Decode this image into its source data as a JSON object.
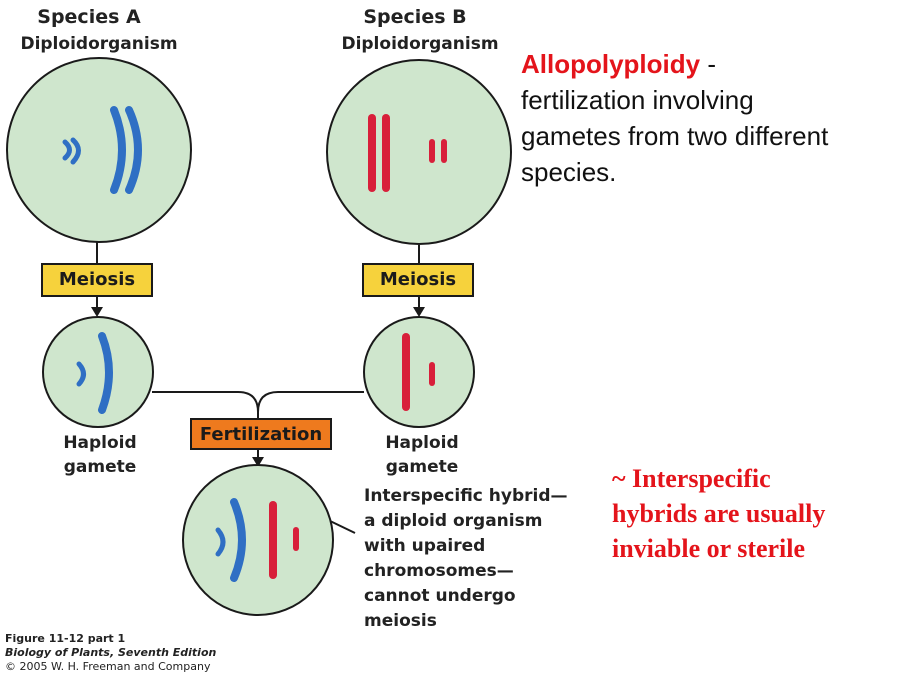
{
  "species_a": {
    "title": "Species A",
    "subtitle": "Diploidorganism"
  },
  "species_b": {
    "title": "Species B",
    "subtitle": "Diploidorganism"
  },
  "process": {
    "meiosis_a": "Meiosis",
    "meiosis_b": "Meiosis",
    "fertilization": "Fertilization"
  },
  "gametes": {
    "a_label": "Haploid\ngamete",
    "b_label": "Haploid\ngamete"
  },
  "hybrid": {
    "label": "Interspecific hybrid—\na diploid organism\nwith upaired\nchromosomes—\ncannot undergo\nmeiosis"
  },
  "definition": {
    "term": "Allopolyploidy",
    "rest": " -\nfertilization involving\ngametes from two different\nspecies."
  },
  "note": {
    "text": "~ Interspecific\nhybrids are usually\ninviable or sterile"
  },
  "caption": {
    "figure": "Figure 11-12 part 1",
    "book": "Biology of Plants, Seventh Edition",
    "copyright": "© 2005 W. H. Freeman and Company"
  },
  "colors": {
    "cell_fill": "#cfe6cd",
    "chromosome_a": "#2f6fc4",
    "chromosome_b": "#d81f3a",
    "meiosis_box": "#f6d23c",
    "fertilization_box": "#ee7a1e",
    "accent_text": "#e4141b"
  }
}
